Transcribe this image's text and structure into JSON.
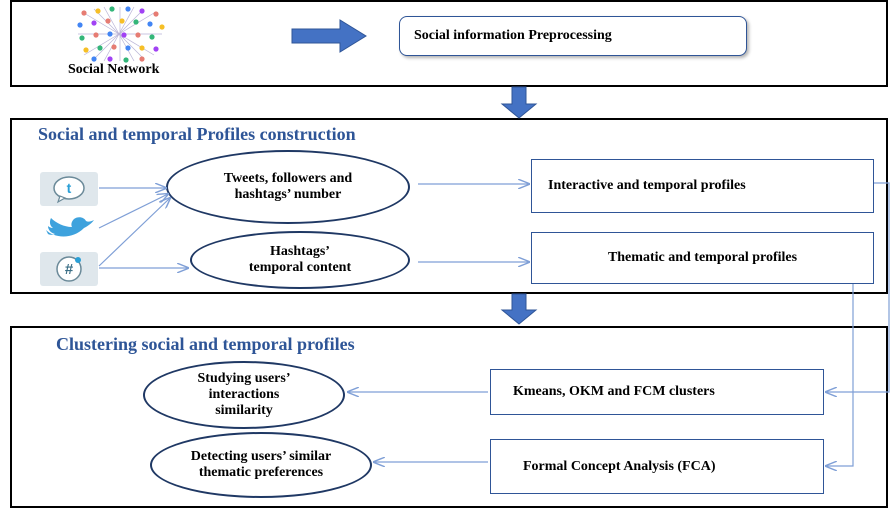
{
  "top": {
    "network_label": "Social Network",
    "preprocessing_label": "Social information Preprocessing"
  },
  "construction": {
    "title": "Social and temporal Profiles construction",
    "oval_metrics": "Tweets, followers and hashtags’ number",
    "oval_hashtags": "Hashtags’ temporal content",
    "box_interactive": "Interactive and temporal profiles",
    "box_thematic": "Thematic and temporal profiles",
    "icons": [
      "twitter-t-speech-icon",
      "twitter-bird-icon",
      "hashtag-icon"
    ]
  },
  "clustering": {
    "title": "Clustering social and temporal profiles",
    "oval_interactions": "Studying users’ interactions similarity",
    "oval_preferences": "Detecting users’ similar thematic preferences",
    "box_clusters": "Kmeans, OKM and FCM clusters",
    "box_fca": "Formal Concept Analysis (FCA)"
  },
  "colors": {
    "section_title": "#2e5597",
    "arrow_fill": "#4472c4",
    "connector": "#7f9fd6",
    "box_border": "#2f5597"
  }
}
